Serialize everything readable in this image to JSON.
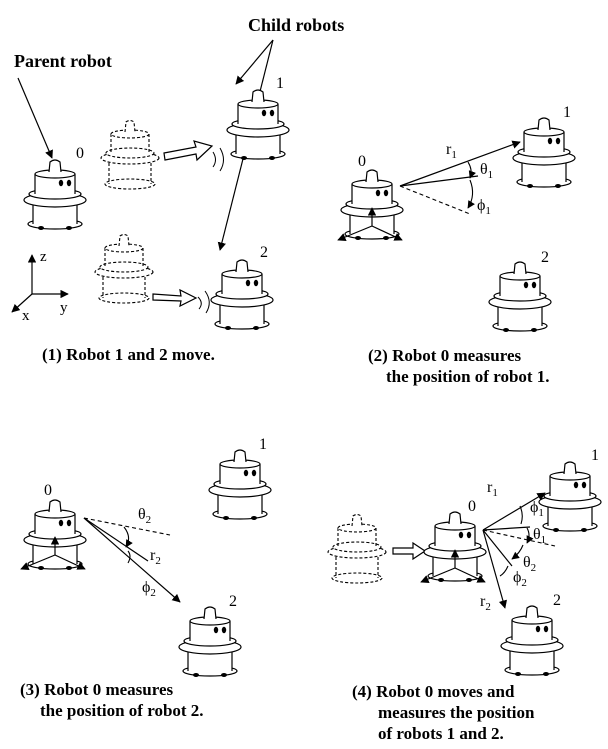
{
  "labels": {
    "child_robots": "Child robots",
    "parent_robot": "Parent robot",
    "axis_z": "z",
    "axis_y": "y",
    "axis_x": "x"
  },
  "robot_ids": [
    "0",
    "1",
    "2"
  ],
  "symbols": {
    "r1": "r",
    "r1_sub": "1",
    "theta1": "θ",
    "theta1_sub": "1",
    "phi1": "ϕ",
    "phi1_sub": "1",
    "r2": "r",
    "r2_sub": "2",
    "theta2": "θ",
    "theta2_sub": "2",
    "phi2": "ϕ",
    "phi2_sub": "2"
  },
  "captions": {
    "p1": [
      "(1) Robot 1 and 2 move."
    ],
    "p2": [
      "(2) Robot 0 measures",
      "the position of robot 1."
    ],
    "p3": [
      "(3) Robot 0 measures",
      "the position of robot 2."
    ],
    "p4": [
      "(4) Robot 0 moves and",
      "measures the position",
      "of robots 1 and 2."
    ]
  }
}
